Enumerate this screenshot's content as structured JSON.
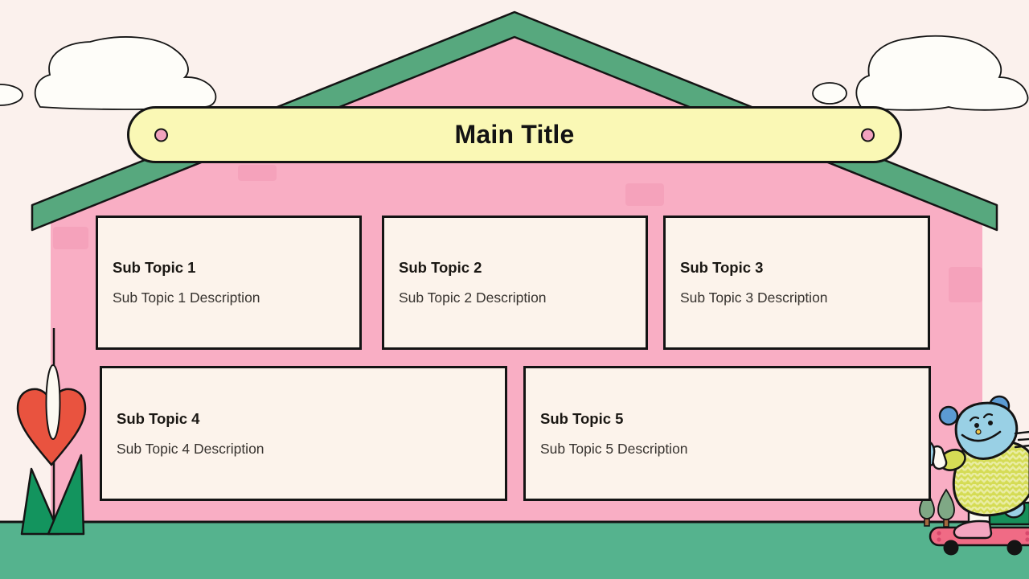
{
  "slide": {
    "background": "#FBF1ED"
  },
  "banner": {
    "title": "Main Title"
  },
  "cards": [
    {
      "title": "Sub Topic 1",
      "description": "Sub Topic 1 Description"
    },
    {
      "title": "Sub Topic 2",
      "description": "Sub Topic 2 Description"
    },
    {
      "title": "Sub Topic 3",
      "description": "Sub Topic 3 Description"
    },
    {
      "title": "Sub Topic 4",
      "description": "Sub Topic 4 Description"
    },
    {
      "title": "Sub Topic 5",
      "description": "Sub Topic 5 Description"
    }
  ],
  "colors": {
    "bg": "#FBF1ED",
    "outline": "#141414",
    "house_pink": "#F9AEC4",
    "patch_pink": "#F5A2BB",
    "roof_green": "#57A87E",
    "ground_green": "#55B38E",
    "card_cream": "#FCF3EB",
    "banner_yellow": "#FAF8B5",
    "pin_pink": "#F2A2BE",
    "heart_red": "#E9533F",
    "leaf_green": "#13945E",
    "bush_green": "#17905A",
    "tree_green": "#7FA885",
    "trunk_brown": "#A4693E",
    "mascot_blue": "#99D0E5",
    "ear_blue": "#5B9BD3",
    "shirt_green": "#D5DC55",
    "shirt_zigzag": "#E9ECA2",
    "skateboard_pink": "#F06B85",
    "cloud_white": "#FEFDF9",
    "nose_yellow": "#F0C64A"
  },
  "decorations": [
    "cloud-left-icon",
    "cloud-puff-left-icon",
    "cloud-right-icon",
    "cloud-puff-right-icon",
    "house-body",
    "roof-band",
    "ground",
    "heart-flower-icon",
    "flower-leaves-icon",
    "tree-small-icon",
    "tree-large-icon",
    "bush-icon",
    "mascot-mouse-character",
    "skateboard-icon",
    "motion-lines-icon"
  ]
}
